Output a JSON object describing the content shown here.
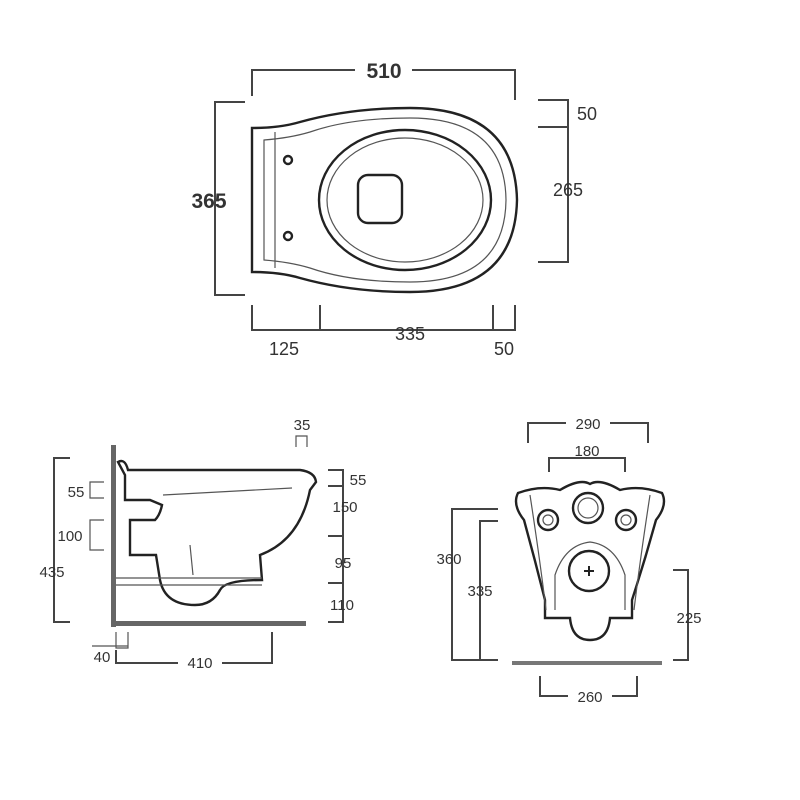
{
  "title": "Wall-hung WC technical drawing",
  "colors": {
    "line": "#333333",
    "background": "#ffffff"
  },
  "top_view": {
    "width_total": "510",
    "depth_total": "365",
    "right_offset": "50",
    "right_depth": "265",
    "bottom_left": "125",
    "bottom_mid": "335",
    "bottom_right": "50"
  },
  "side_view": {
    "top_gap": "35",
    "left_upper": "55",
    "left_lower": "100",
    "height_total": "435",
    "right_1": "55",
    "right_2": "150",
    "right_3": "95",
    "right_4": "110",
    "wall_offset": "40",
    "projection": "410"
  },
  "front_view": {
    "width_outer": "290",
    "width_inlets": "180",
    "height_1": "360",
    "height_2": "335",
    "outlet_height": "225",
    "base_width": "260"
  }
}
